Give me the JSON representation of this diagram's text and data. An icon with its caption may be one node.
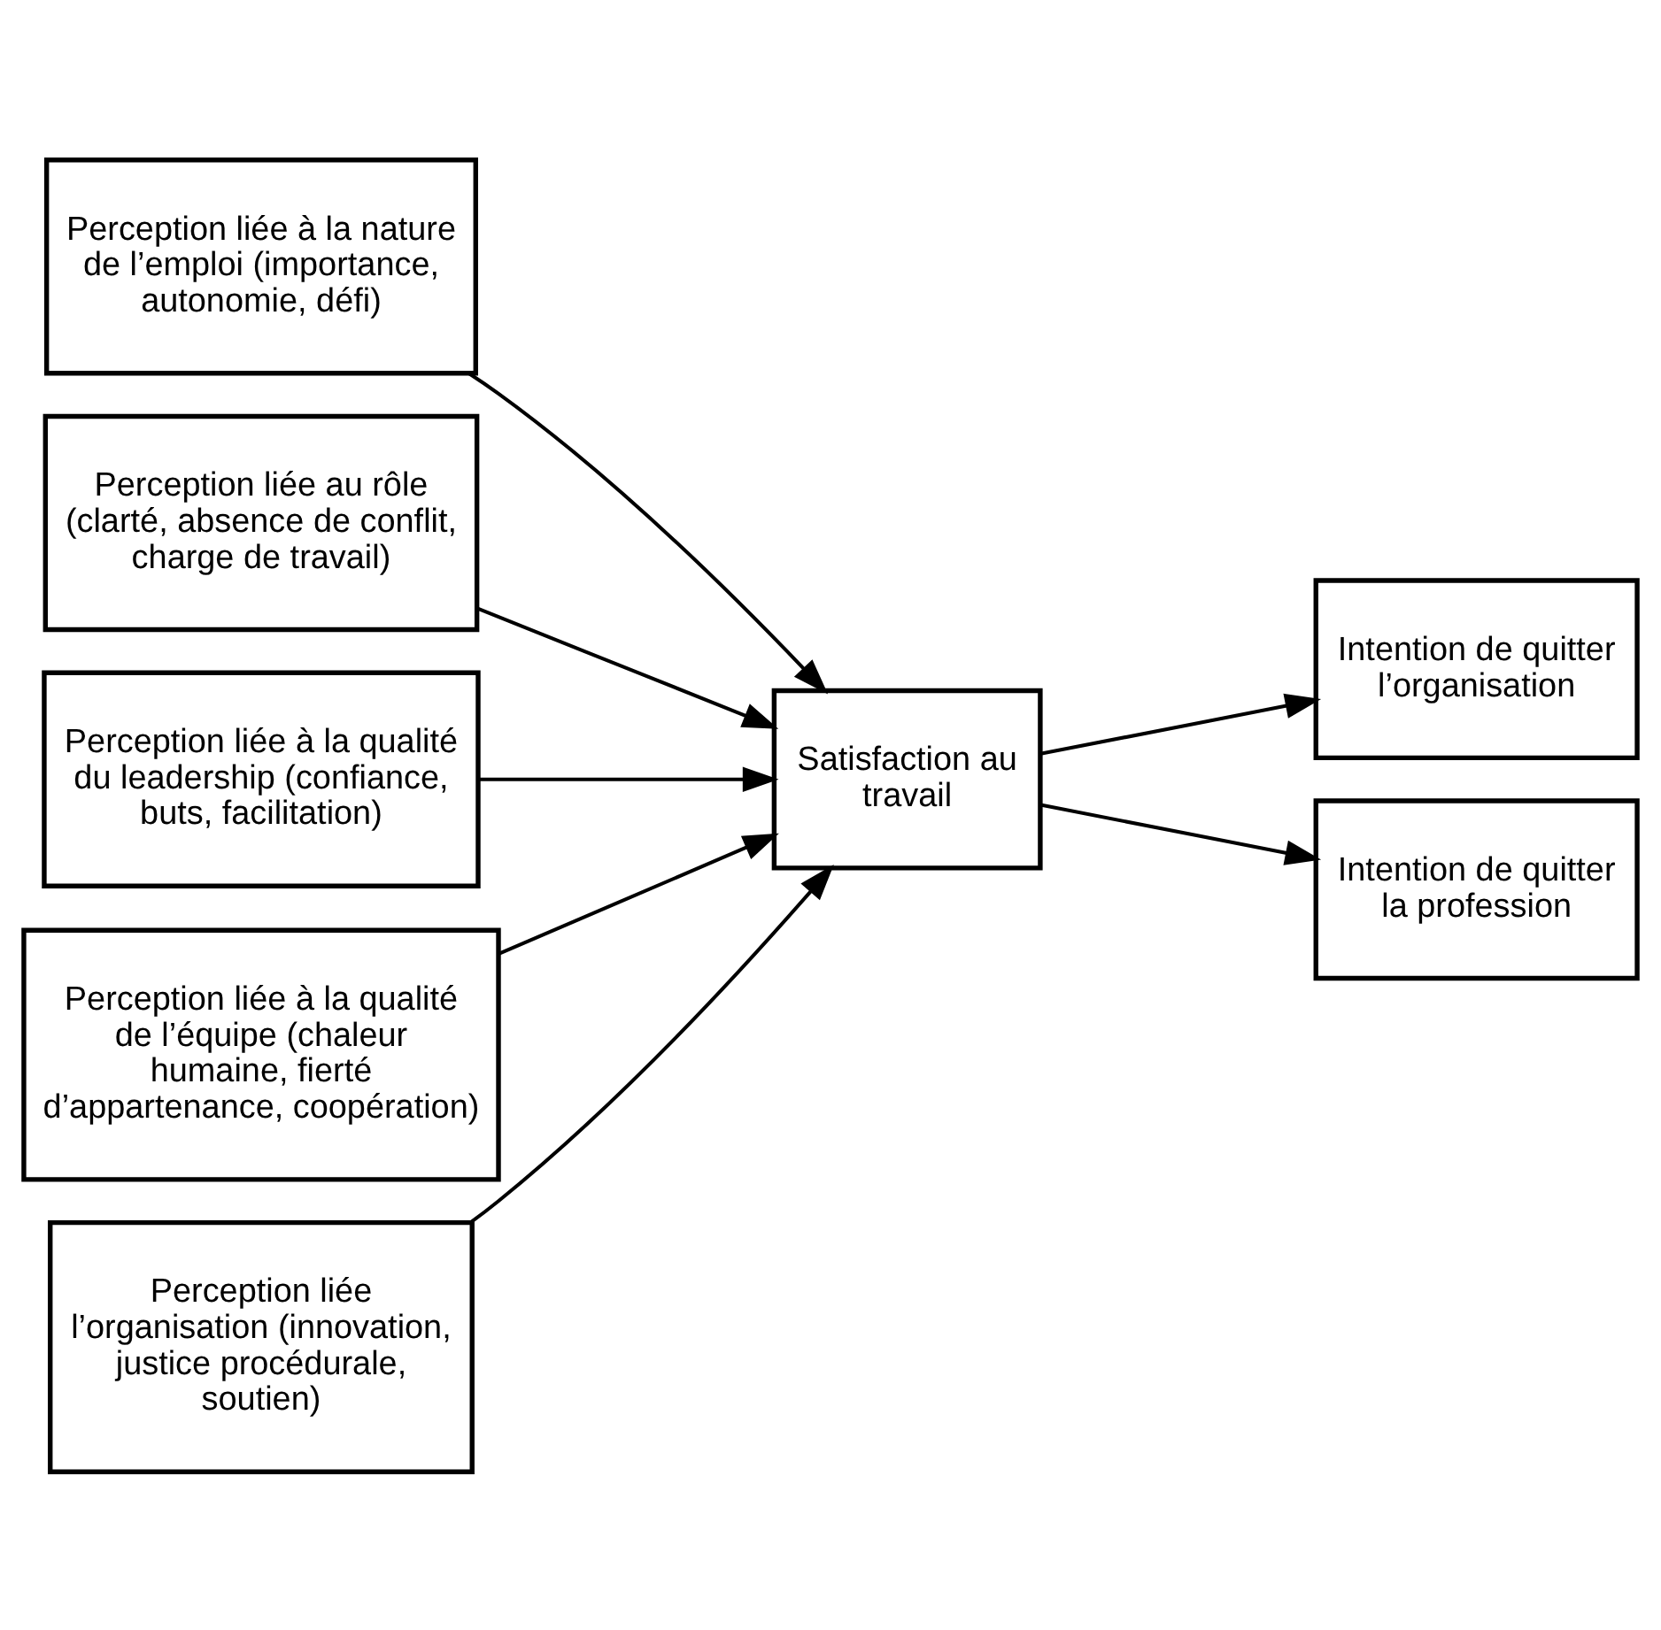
{
  "diagram": {
    "nodes": [
      {
        "text": [
          "Perception liée à la nature de l’emploi (importance, autonomie, défi)"
        ]
      },
      {
        "text": [
          "Perception liée au rôle (clarté, absence de conflit, charge de travail)"
        ]
      },
      {
        "text": [
          "Perception liée à la qualité du leadership (confiance, buts, facilitation)"
        ]
      },
      {
        "text": [
          "Perception liée à la qualité de l’équipe (chaleur humaine, fierté d’appartenance, coopération)"
        ]
      },
      {
        "text": [
          "Perception liée l’organisation (innovation, justice procédurale, soutien)"
        ]
      },
      {
        "text": [
          "Satisfaction au travail"
        ]
      },
      {
        "text": [
          "Intention de quitter l’organisation"
        ]
      },
      {
        "text": [
          "Intention de quitter la profession"
        ]
      }
    ],
    "edges": [
      {
        "from": 0,
        "to": 5,
        "arrow": "to"
      },
      {
        "from": 1,
        "to": 5,
        "arrow": "to"
      },
      {
        "from": 2,
        "to": 5,
        "arrow": "to"
      },
      {
        "from": 3,
        "to": 5,
        "arrow": "to"
      },
      {
        "from": 4,
        "to": 5,
        "arrow": "to"
      },
      {
        "from": 5,
        "to": 6,
        "arrow": "to"
      },
      {
        "from": 5,
        "to": 7,
        "arrow": "to"
      }
    ]
  }
}
